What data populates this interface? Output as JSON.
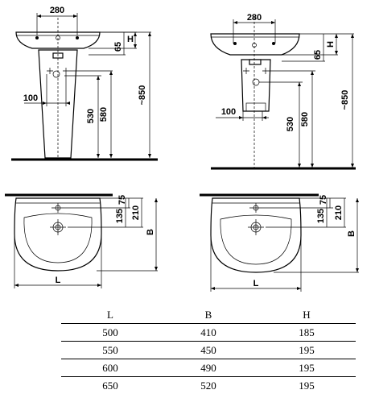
{
  "diagram": {
    "front_pedestal": {
      "width_label": "280",
      "h_label": "H",
      "rim_label": "65",
      "offset_label": "100",
      "inlet_label": "530",
      "inlet2_label": "580",
      "height_label": "~850"
    },
    "side_pedestal": {
      "width_label": "280",
      "h_label": "H",
      "rim_label": "65",
      "offset_label": "100",
      "inlet_label": "530",
      "inlet2_label": "580",
      "height_label": "~850"
    },
    "top_view_left": {
      "depth1_label": "135",
      "depth2_label": "75",
      "depth3_label": "210",
      "b_label": "B",
      "l_label": "L"
    },
    "top_view_right": {
      "depth1_label": "135",
      "depth2_label": "75",
      "depth3_label": "210",
      "b_label": "B",
      "l_label": "L"
    }
  },
  "table": {
    "headers": [
      "L",
      "B",
      "H"
    ],
    "rows": [
      [
        "500",
        "410",
        "185"
      ],
      [
        "550",
        "450",
        "195"
      ],
      [
        "600",
        "490",
        "195"
      ],
      [
        "650",
        "520",
        "195"
      ]
    ]
  }
}
